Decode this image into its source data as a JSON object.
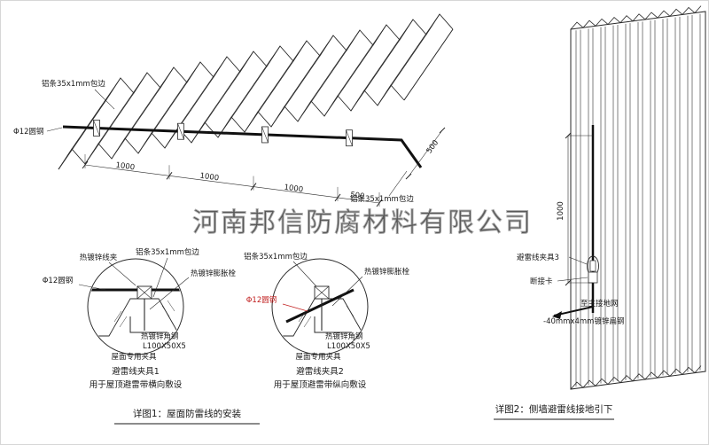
{
  "watermark": "河南邦信防腐材料有限公司",
  "roof": {
    "alu_label_top": "铝条35x1mm包边",
    "alu_label_right": "铝条35x1mm包边",
    "round_steel_label": "Φ12圆钢",
    "dim_1": "1000",
    "dim_2": "1000",
    "dim_3": "1000",
    "dim_4": "500",
    "dim_side": "500"
  },
  "detail1": {
    "label_wire_clip": "热镀锌线夹",
    "label_alu": "铝条35x1mm包边",
    "label_bolt": "热镀锌膨胀栓",
    "label_round_steel": "Φ12圆钢",
    "label_angle_line1": "热镀锌角钢",
    "label_angle_line2": "L100X50X5",
    "label_fixture": "屋面专用夹具",
    "title": "避雷线夹具1",
    "subtitle": "用于屋顶避雷带横向敷设"
  },
  "detail2": {
    "label_alu": "铝条35x1mm包边",
    "label_bolt": "热镀锌膨胀栓",
    "label_round_steel": "Φ12圆钢",
    "label_angle_line1": "热镀锌角钢",
    "label_angle_line2": "L100X50X5",
    "label_fixture": "屋面专用夹具",
    "title": "避雷线夹具2",
    "subtitle": "用于屋顶避雷带纵向敷设"
  },
  "wall": {
    "dim_vertical": "1000",
    "label_clamp3": "避雷线夹具3",
    "label_disconnect": "断接卡",
    "label_to_ground": "至主接地网",
    "label_flat_steel": "-40mmx4mm镀锌扁钢"
  },
  "captions": {
    "detail1": "详图1：屋面防雷线的安装",
    "detail2": "详图2：侧墙避雷线接地引下"
  },
  "colors": {
    "line": "#2a2a2a",
    "red_label": "#c22222",
    "watermark": "#8f8f8f"
  }
}
